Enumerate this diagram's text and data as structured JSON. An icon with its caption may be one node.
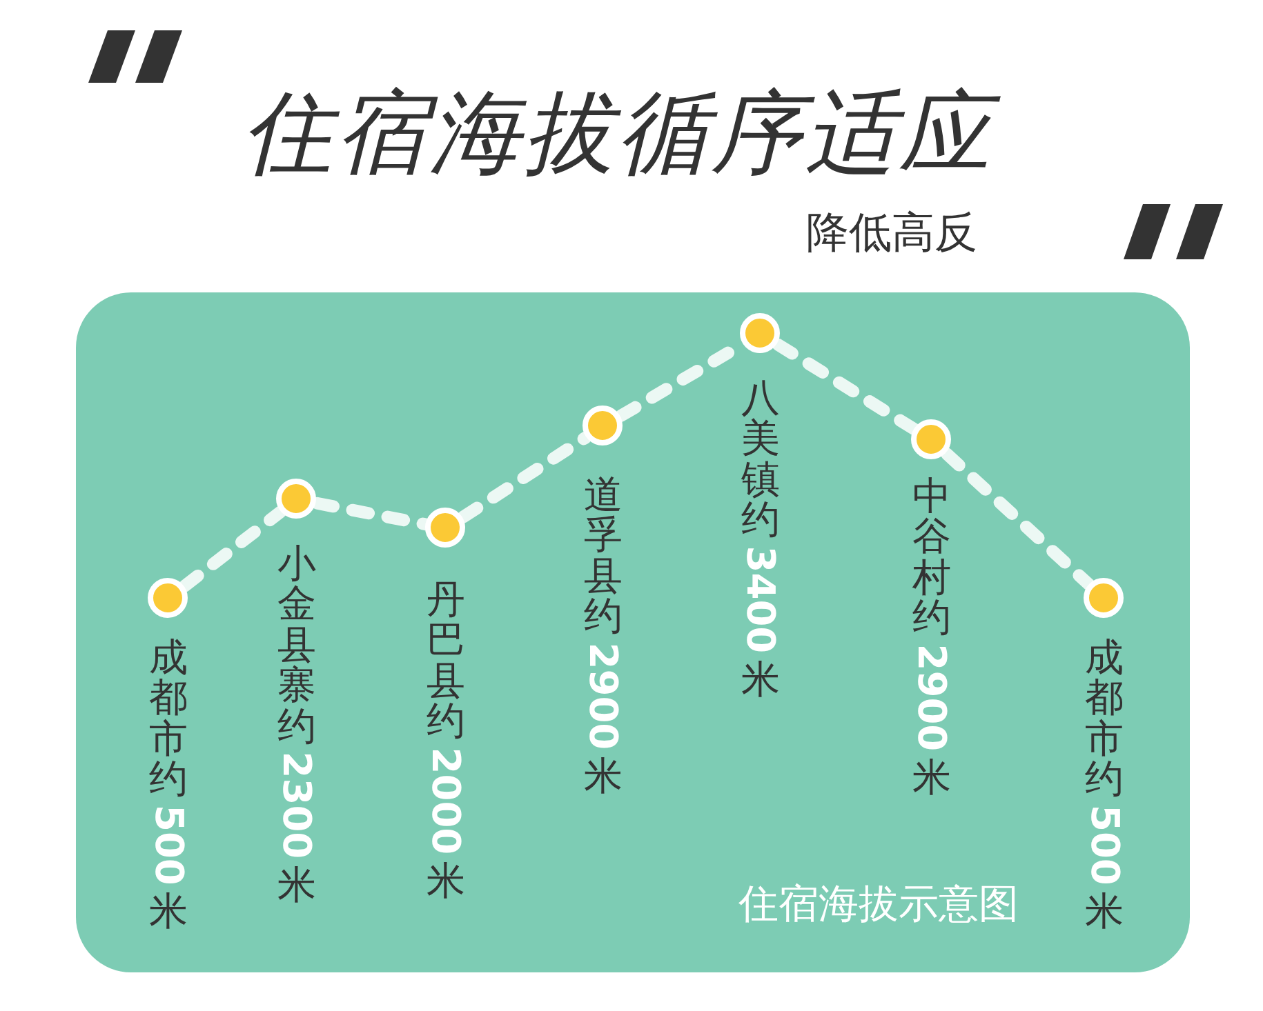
{
  "diagram": {
    "title": "住宿海拔循序适应",
    "nodes": [
      {
        "text": [],
        "shape": "circle",
        "beside": [
          "成都市约 **500**米"
        ]
      },
      {
        "text": [],
        "shape": "circle",
        "beside": [
          "小金县寨约 **2300** 米"
        ]
      },
      {
        "text": [],
        "shape": "circle",
        "beside": [
          "丹巴县约**2000** 米"
        ]
      },
      {
        "text": [],
        "shape": "circle",
        "beside": [
          "道孚县约 **2900** 米"
        ]
      },
      {
        "text": [],
        "shape": "circle",
        "beside": [
          "八美镇约 **3400** 米"
        ]
      },
      {
        "text": [],
        "shape": "circle",
        "beside": [
          "中谷村约 **2900** 米"
        ]
      },
      {
        "text": [],
        "shape": "circle",
        "beside": [
          "成都市约 **500**米"
        ]
      }
    ],
    "edges": [
      {
        "from": 0,
        "to": 1,
        "arrow": "none",
        "style": "dashed",
        "color": "#ffffff"
      },
      {
        "from": 1,
        "to": 2,
        "arrow": "none",
        "style": "dashed",
        "color": "#ffffff"
      },
      {
        "from": 2,
        "to": 3,
        "arrow": "none",
        "style": "dashed",
        "color": "#ffffff"
      },
      {
        "from": 3,
        "to": 4,
        "arrow": "none",
        "style": "dashed",
        "color": "#ffffff"
      },
      {
        "from": 4,
        "to": 5,
        "arrow": "none",
        "style": "dashed",
        "color": "#ffffff"
      },
      {
        "from": 5,
        "to": 6,
        "arrow": "none",
        "style": "dashed",
        "color": "#ffffff"
      }
    ],
    "labels": [
      "降低高反",
      "住宿海拔示意图"
    ]
  }
}
